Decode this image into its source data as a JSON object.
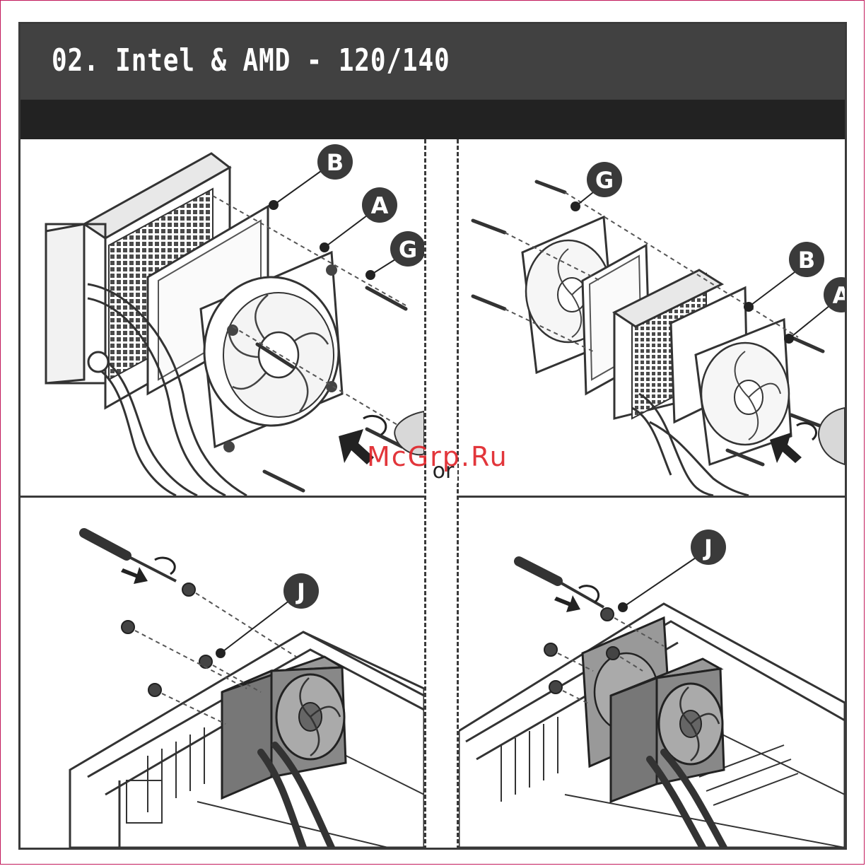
{
  "header": {
    "title": "02. Intel & AMD - 120/140"
  },
  "divider": {
    "or_label": "or"
  },
  "watermark": {
    "text": "McGrp.Ru"
  },
  "callouts": {
    "a": "A",
    "b": "B",
    "g": "G",
    "j": "J"
  },
  "colors": {
    "header_bg": "#414141",
    "subheader_bg": "#222222",
    "callout_bg": "#3a3a3a",
    "watermark": "#e0262b"
  },
  "icons": {
    "radiator": "radiator-illustration",
    "fan": "fan-illustration",
    "screwdriver": "screwdriver-illustration",
    "screw": "screw-illustration",
    "pc_case": "pc-case-illustration",
    "hand": "hand-illustration",
    "rotate_arrow": "rotate-arrow-icon",
    "push_arrow": "push-arrow-icon"
  }
}
